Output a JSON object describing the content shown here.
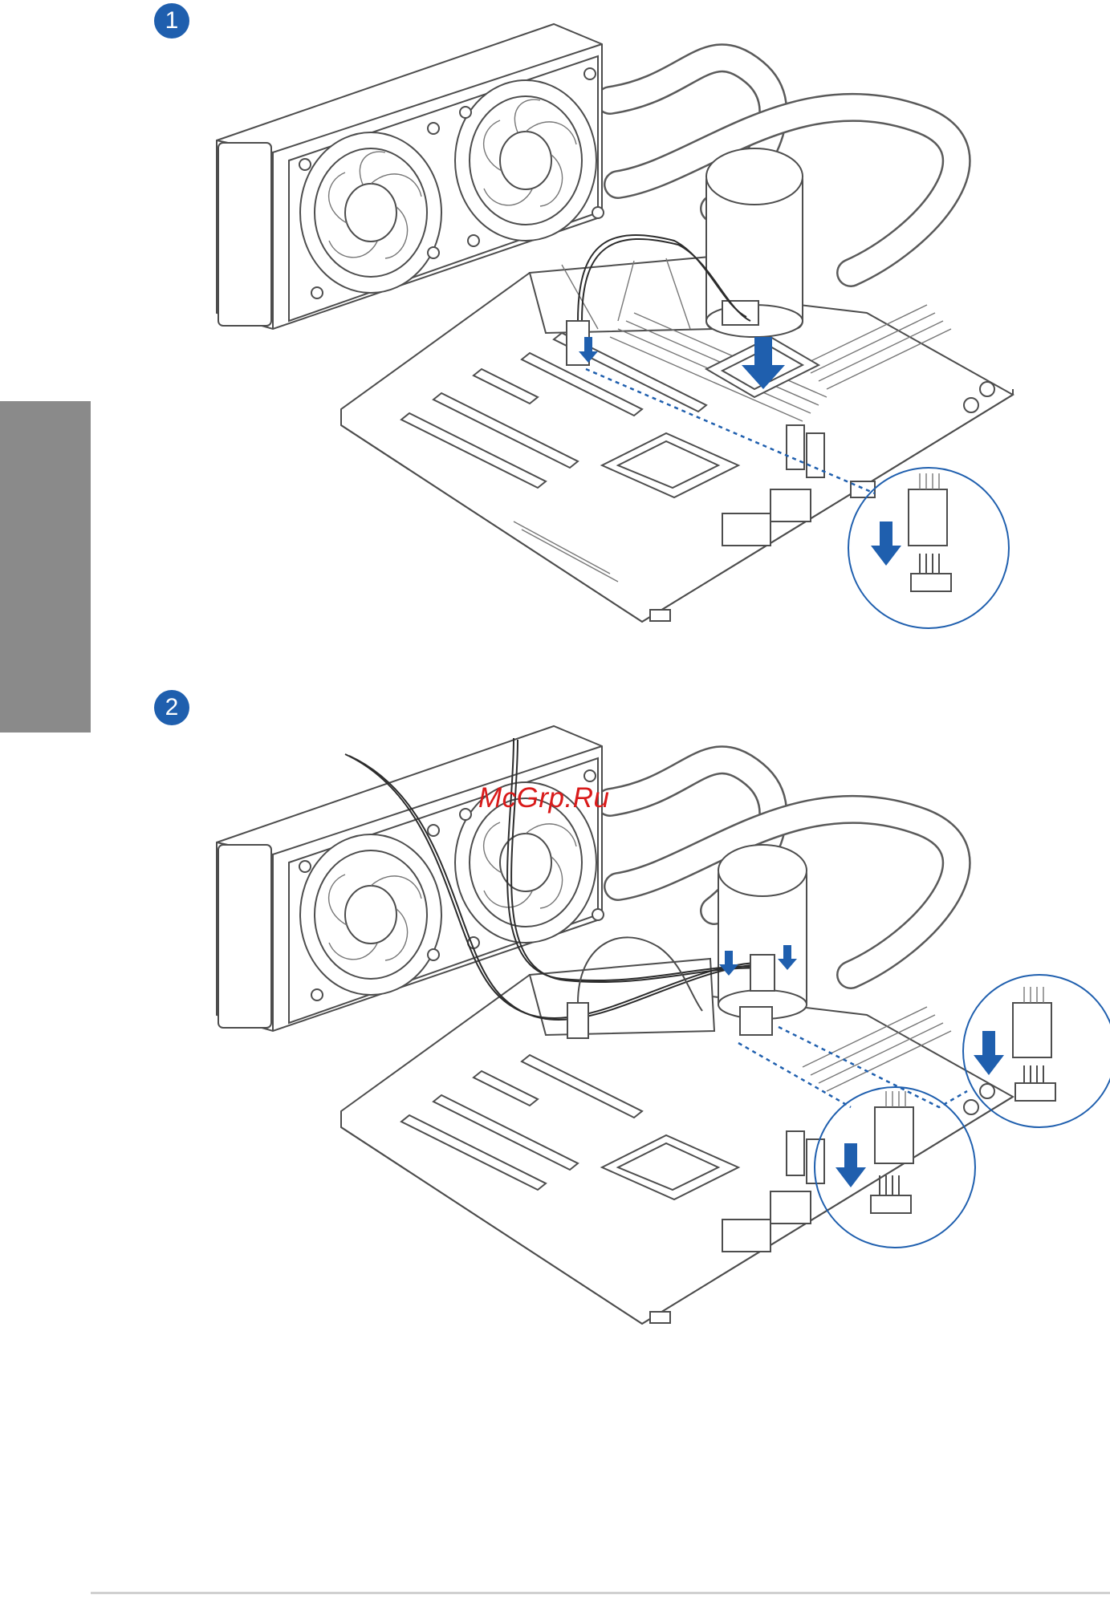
{
  "page": {
    "step1_label": "1",
    "step2_label": "2",
    "watermark": "McGrp.Ru"
  },
  "illustrations": [
    {
      "name": "step-1-illustration",
      "icons": [
        "radiator-icon",
        "fan-icon",
        "pump-icon",
        "motherboard-icon",
        "arrow-down-icon",
        "fan-header-icon"
      ]
    },
    {
      "name": "step-2-illustration",
      "icons": [
        "radiator-icon",
        "fan-icon",
        "pump-icon",
        "motherboard-icon",
        "arrow-down-icon",
        "fan-header-icon"
      ]
    }
  ],
  "colors": {
    "accent": "#1f5fae",
    "side_tab": "#8a8a8a",
    "watermark": "#d91a1a",
    "line_art": "#4d4d4d"
  }
}
